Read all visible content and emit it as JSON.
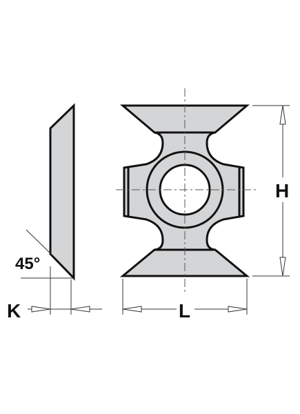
{
  "labels": {
    "height": "H",
    "length": "L",
    "thickness": "K",
    "angle": "45°"
  },
  "colors": {
    "insert_fill": "#d4d5d7",
    "outline": "#111111",
    "dimension_line": "#333333",
    "centerline": "#555555",
    "background": "#ffffff"
  }
}
